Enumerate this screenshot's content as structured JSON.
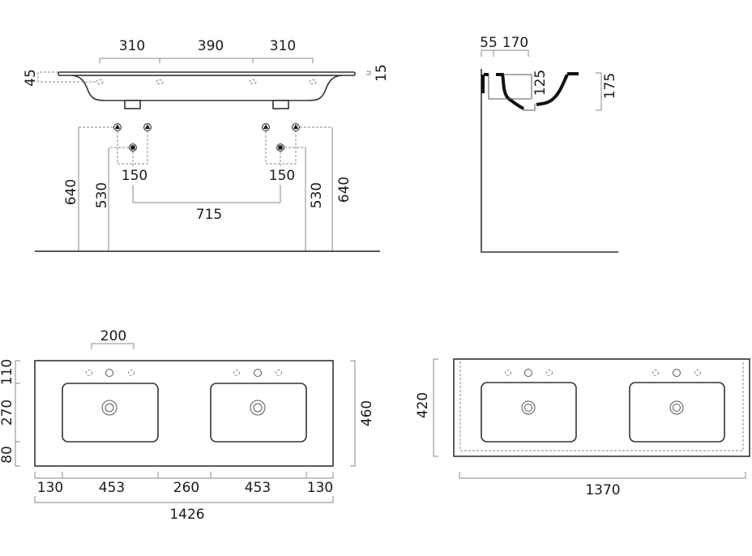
{
  "front_view": {
    "tap_spacing": [
      "310",
      "390",
      "310"
    ],
    "rim_height": "45",
    "rim_thickness": "15",
    "fixture_offsets": [
      "150",
      "150"
    ],
    "drain_spacing": "715",
    "heights_left": [
      "640",
      "530"
    ],
    "heights_right": [
      "530",
      "640"
    ]
  },
  "side_view": {
    "wall_offset": "55",
    "bowl_offset": "170",
    "bowl_depth": "125",
    "total_height": "175"
  },
  "plan_view": {
    "tap_hole_spacing": "200",
    "depth_segments": [
      "110",
      "270",
      "80"
    ],
    "total_depth": "460",
    "width_segments": [
      "130",
      "453",
      "260",
      "453",
      "130"
    ],
    "total_width": "1426"
  },
  "cabinet_view": {
    "depth": "420",
    "width": "1370"
  }
}
